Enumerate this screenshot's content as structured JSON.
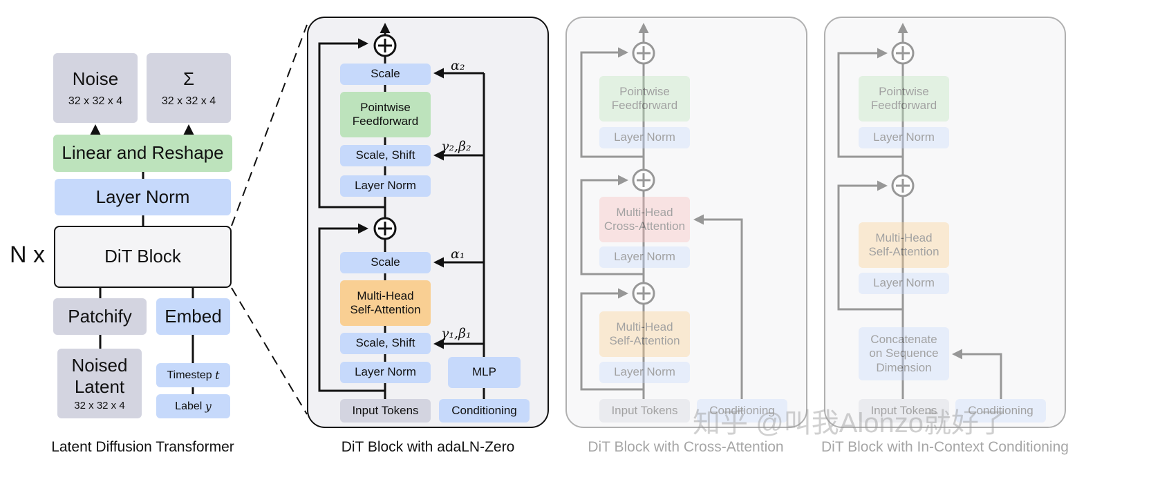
{
  "left": {
    "noise": {
      "label": "Noise",
      "dims": "32 x 32 x 4"
    },
    "sigma": {
      "label": "Σ",
      "dims": "32 x 32 x 4"
    },
    "linear_reshape": "Linear and Reshape",
    "layer_norm": "Layer Norm",
    "nx": "N x",
    "dit_block": "DiT Block",
    "patchify": "Patchify",
    "embed": "Embed",
    "noised_latent": {
      "line1": "Noised",
      "line2": "Latent",
      "dims": "32 x 32 x 4"
    },
    "timestep": {
      "label": "Timestep",
      "var": "t"
    },
    "label": {
      "label": "Label",
      "var": "y"
    },
    "caption": "Latent Diffusion Transformer"
  },
  "adaln": {
    "scale_top": "Scale",
    "pointwise_ff": {
      "line1": "Pointwise",
      "line2": "Feedforward"
    },
    "scale_shift_top": "Scale, Shift",
    "layer_norm_top": "Layer Norm",
    "scale_bottom": "Scale",
    "mhsa": {
      "line1": "Multi-Head",
      "line2": "Self-Attention"
    },
    "scale_shift_bottom": "Scale, Shift",
    "layer_norm_bottom": "Layer Norm",
    "mlp": "MLP",
    "input_tokens": "Input Tokens",
    "conditioning": "Conditioning",
    "alpha2": "α₂",
    "gamma2_beta2": "γ₂,β₂",
    "alpha1": "α₁",
    "gamma1_beta1": "γ₁,β₁",
    "caption": "DiT Block with adaLN-Zero"
  },
  "cross": {
    "pointwise_ff": {
      "line1": "Pointwise",
      "line2": "Feedforward"
    },
    "layer_norm_1": "Layer Norm",
    "mhca": {
      "line1": "Multi-Head",
      "line2": "Cross-Attention"
    },
    "layer_norm_2": "Layer Norm",
    "mhsa": {
      "line1": "Multi-Head",
      "line2": "Self-Attention"
    },
    "layer_norm_3": "Layer Norm",
    "input_tokens": "Input Tokens",
    "conditioning": "Conditioning",
    "caption": "DiT Block with Cross-Attention"
  },
  "incontext": {
    "pointwise_ff": {
      "line1": "Pointwise",
      "line2": "Feedforward"
    },
    "layer_norm_1": "Layer Norm",
    "mhsa": {
      "line1": "Multi-Head",
      "line2": "Self-Attention"
    },
    "layer_norm_2": "Layer Norm",
    "concat": {
      "line1": "Concatenate",
      "line2": "on Sequence",
      "line3": "Dimension"
    },
    "input_tokens": "Input Tokens",
    "conditioning": "Conditioning",
    "caption": "DiT Block with In-Context Conditioning"
  },
  "watermark": "知乎 @叫我Alonzo就好了",
  "colors": {
    "gray": "#d3d4e0",
    "green": "#bde3bc",
    "blue": "#c6d9fb",
    "orange": "#f9cf93",
    "red": "#f7bcbc"
  }
}
